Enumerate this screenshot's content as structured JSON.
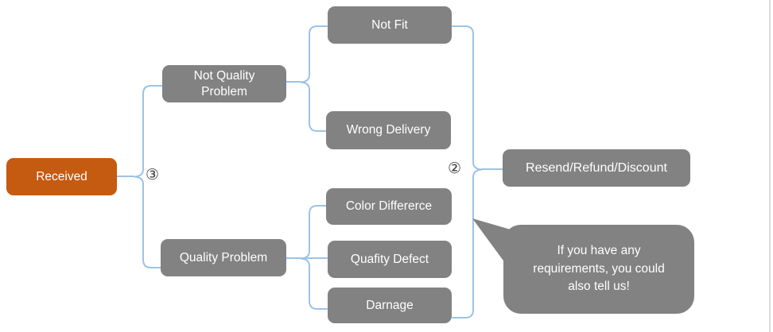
{
  "colors": {
    "node_gray": "#828282",
    "received_orange": "#C55A11",
    "connector_blue": "#9DC3E6",
    "node_text": "#FFFFFF",
    "label_text": "#3a3a3a"
  },
  "nodes": {
    "received": {
      "label": "Received"
    },
    "not_quality_problem": {
      "label": "Not Quality Problem"
    },
    "quality_problem": {
      "label": "Quality Problem"
    },
    "not_fit": {
      "label": "Not Fit"
    },
    "wrong_delivery": {
      "label": "Wrong Delivery"
    },
    "color_differerce": {
      "label": "Color Differerce"
    },
    "quafity_defect": {
      "label": "Quafity Defect"
    },
    "darnage": {
      "label": "Darnage"
    },
    "resend_refund_discount": {
      "label": "Resend/Refund/Discount"
    }
  },
  "connector_labels": {
    "left_branch": "③",
    "right_merge": "②"
  },
  "callout": {
    "text": "If you have any requirements, you could also tell us!"
  }
}
